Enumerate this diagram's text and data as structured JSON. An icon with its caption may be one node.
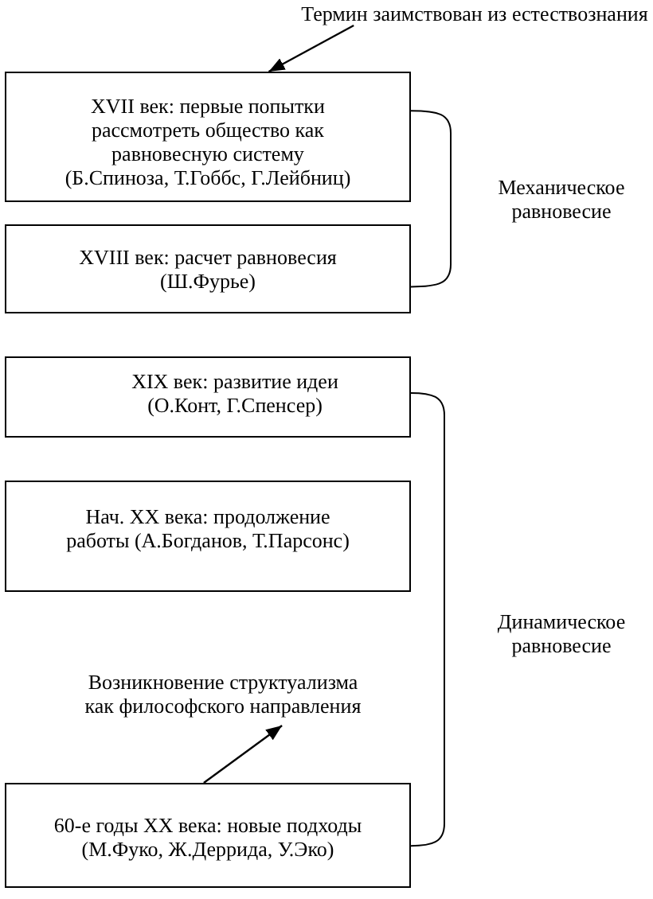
{
  "diagram": {
    "nodes": [
      {
        "text": [
          "Термин заимствован из естествознания"
        ]
      },
      {
        "text": [
          "XVII век: первые попытки рассмотреть общество как равновесную систему (Б.Спиноза, Т.Гоббс, Г.Лейбниц)"
        ]
      },
      {
        "text": [
          "XVIII век: расчет равновесия (Ш.Фурье)"
        ]
      },
      {
        "text": [
          "XIX век: развитие идеи (О.Конт, Г.Спенсер)"
        ]
      },
      {
        "text": [
          "Нач. XX века: продолжение работы (А.Богданов, Т.Парсонс)"
        ]
      },
      {
        "text": [
          "Возникновение структуализма как философского направления"
        ]
      },
      {
        "text": [
          "60-е годы XX века: новые подходы (М.Фуко, Ж.Деррида, У.Эко)"
        ]
      }
    ],
    "edges": [
      {
        "from": 0,
        "to": 1,
        "arrow": "to"
      },
      {
        "from": 6,
        "to": 5,
        "arrow": "to"
      }
    ],
    "labels": [
      "Механическое равновесие",
      "Динамическое равновесие"
    ]
  }
}
